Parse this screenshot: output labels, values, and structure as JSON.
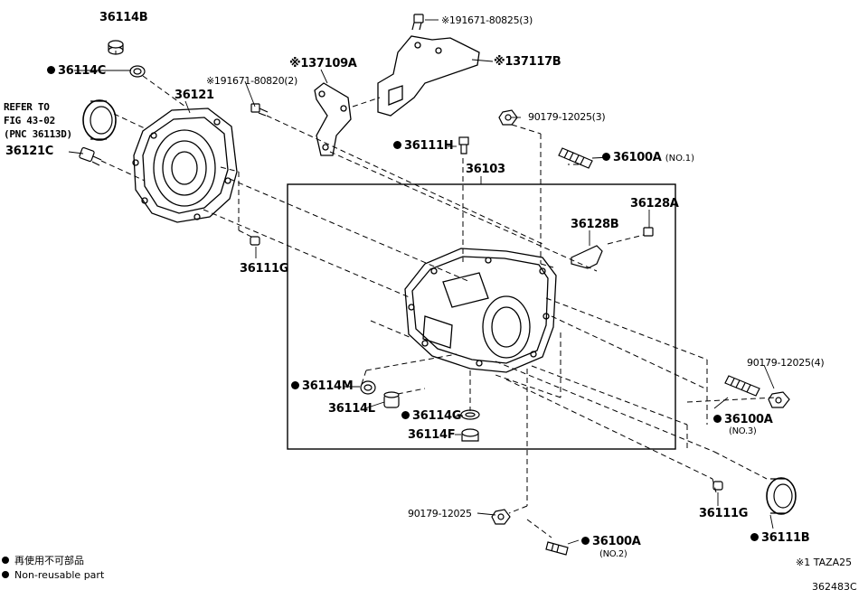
{
  "diagram": {
    "labels": {
      "p36114B": "36114B",
      "p36114C": "36114C",
      "p36121": "36121",
      "refer": [
        "REFER TO",
        "FIG 43-02",
        "(PNC 36113D)"
      ],
      "p36121C": "36121C",
      "bolt80820": "※191671-80820(2)",
      "p37109A": "※137109A",
      "bolt80825": "※191671-80825(3)",
      "p37117B": "※137117B",
      "nut3": "90179-12025(3)",
      "p36111H": "36111H",
      "p36103": "36103",
      "p36100A_1": "36100A",
      "p36100A_1_sub": "(NO.1)",
      "p36128A": "36128A",
      "p36128B": "36128B",
      "p36111G_left": "36111G",
      "nut4": "90179-12025(4)",
      "p36114M": "36114M",
      "p36114L": "36114L",
      "p36114G": "36114G",
      "p36114F": "36114F",
      "p36100A_3": "36100A",
      "p36100A_3_sub": "(NO.3)",
      "p36111G_right": "36111G",
      "nut1": "90179-12025",
      "p36100A_2": "36100A",
      "p36100A_2_sub": "(NO.2)",
      "p36111B": "36111B"
    },
    "legend": {
      "line1": "再使用不可部品",
      "line2": "Non-reusable part"
    },
    "note": "※1 TAZA25",
    "code": "362483C"
  }
}
